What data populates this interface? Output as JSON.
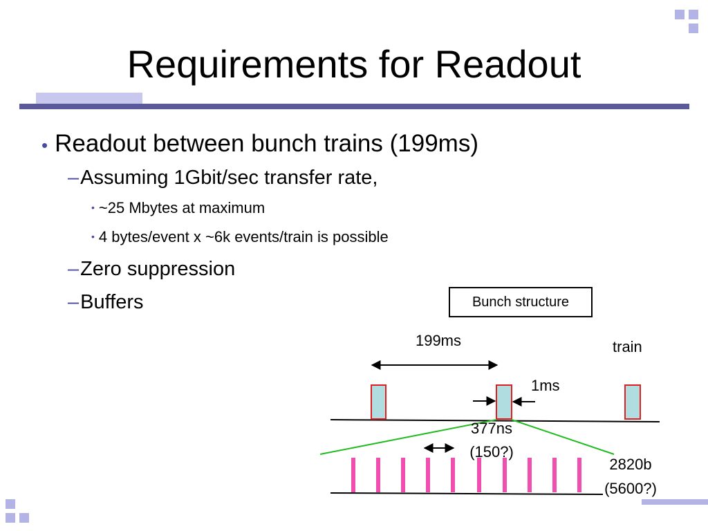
{
  "slide": {
    "title": "Requirements for Readout",
    "bullets": [
      {
        "level": 1,
        "marker": "•",
        "text": "Readout between bunch trains (199ms)"
      },
      {
        "level": 2,
        "marker": "–",
        "text": "Assuming 1Gbit/sec transfer rate,"
      },
      {
        "level": 3,
        "marker": "•",
        "text": "~25 Mbytes at maximum"
      },
      {
        "level": 3,
        "marker": "•",
        "text": "4 bytes/event x ~6k events/train is possible"
      },
      {
        "level": 2,
        "marker": "–",
        "text": "Zero suppression"
      },
      {
        "level": 2,
        "marker": "–",
        "text": "Buffers"
      }
    ]
  },
  "diagram": {
    "box_label": "Bunch structure",
    "train_spacing_label": "199ms",
    "train_label": "train",
    "train_length_label": "1ms",
    "bunch_spacing_label": "377ns",
    "bunch_spacing_alt": "(150?)",
    "bunch_count_label": "2820b",
    "bunch_count_alt": "(5600?)"
  },
  "colors": {
    "accent": "#5a5a9a",
    "accent_light": "#b3b3e6",
    "bullet_marker": "#4a4aa0",
    "train_fill": "#b0dde0",
    "train_border": "#e02020",
    "bunch": "#f04fb0",
    "zoom_line": "#22bb22"
  }
}
